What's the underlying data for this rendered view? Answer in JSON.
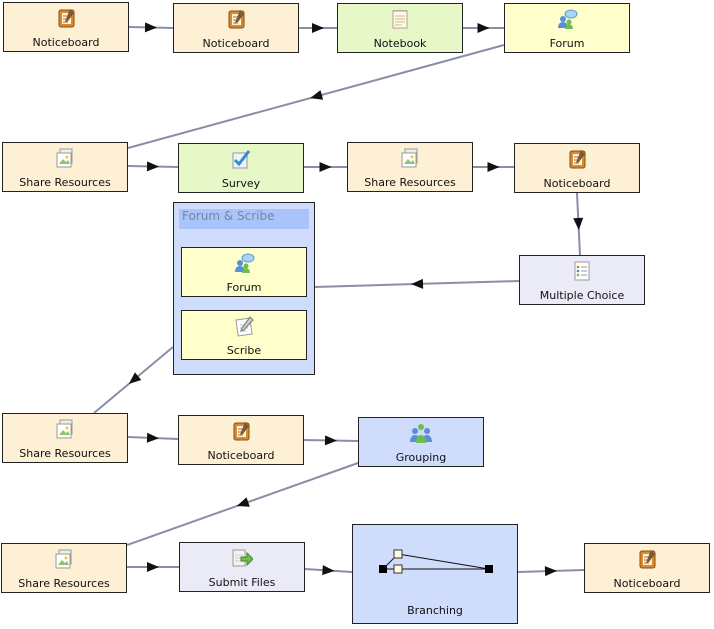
{
  "colors": {
    "edge": "#8c8ca8",
    "arrow": "#111111",
    "notice": "#fdf0d5",
    "green": "#e8f7c8",
    "forum": "#ffffcc",
    "lavender": "#ebebf8",
    "blue": "#cfdcfb"
  },
  "activities": {
    "n1": {
      "label": "Noticeboard",
      "icon": "noticeboard-icon"
    },
    "n2": {
      "label": "Noticeboard",
      "icon": "noticeboard-icon"
    },
    "n3": {
      "label": "Notebook",
      "icon": "notebook-icon"
    },
    "n4": {
      "label": "Forum",
      "icon": "forum-icon"
    },
    "n5": {
      "label": "Share Resources",
      "icon": "share-resources-icon"
    },
    "n6": {
      "label": "Survey",
      "icon": "survey-icon"
    },
    "n7": {
      "label": "Share Resources",
      "icon": "share-resources-icon"
    },
    "n8": {
      "label": "Noticeboard",
      "icon": "noticeboard-icon"
    },
    "n9": {
      "label": "Multiple Choice",
      "icon": "multiple-choice-icon"
    },
    "group": {
      "title": "Forum & Scribe",
      "forum": {
        "label": "Forum",
        "icon": "forum-icon"
      },
      "scribe": {
        "label": "Scribe",
        "icon": "scribe-icon"
      }
    },
    "n10": {
      "label": "Share Resources",
      "icon": "share-resources-icon"
    },
    "n11": {
      "label": "Noticeboard",
      "icon": "noticeboard-icon"
    },
    "n12": {
      "label": "Grouping",
      "icon": "grouping-icon"
    },
    "n13": {
      "label": "Share Resources",
      "icon": "share-resources-icon"
    },
    "n14": {
      "label": "Submit Files",
      "icon": "submit-files-icon"
    },
    "n15": {
      "label": "Branching",
      "icon": "branching-icon"
    },
    "n16": {
      "label": "Noticeboard",
      "icon": "noticeboard-icon"
    }
  }
}
